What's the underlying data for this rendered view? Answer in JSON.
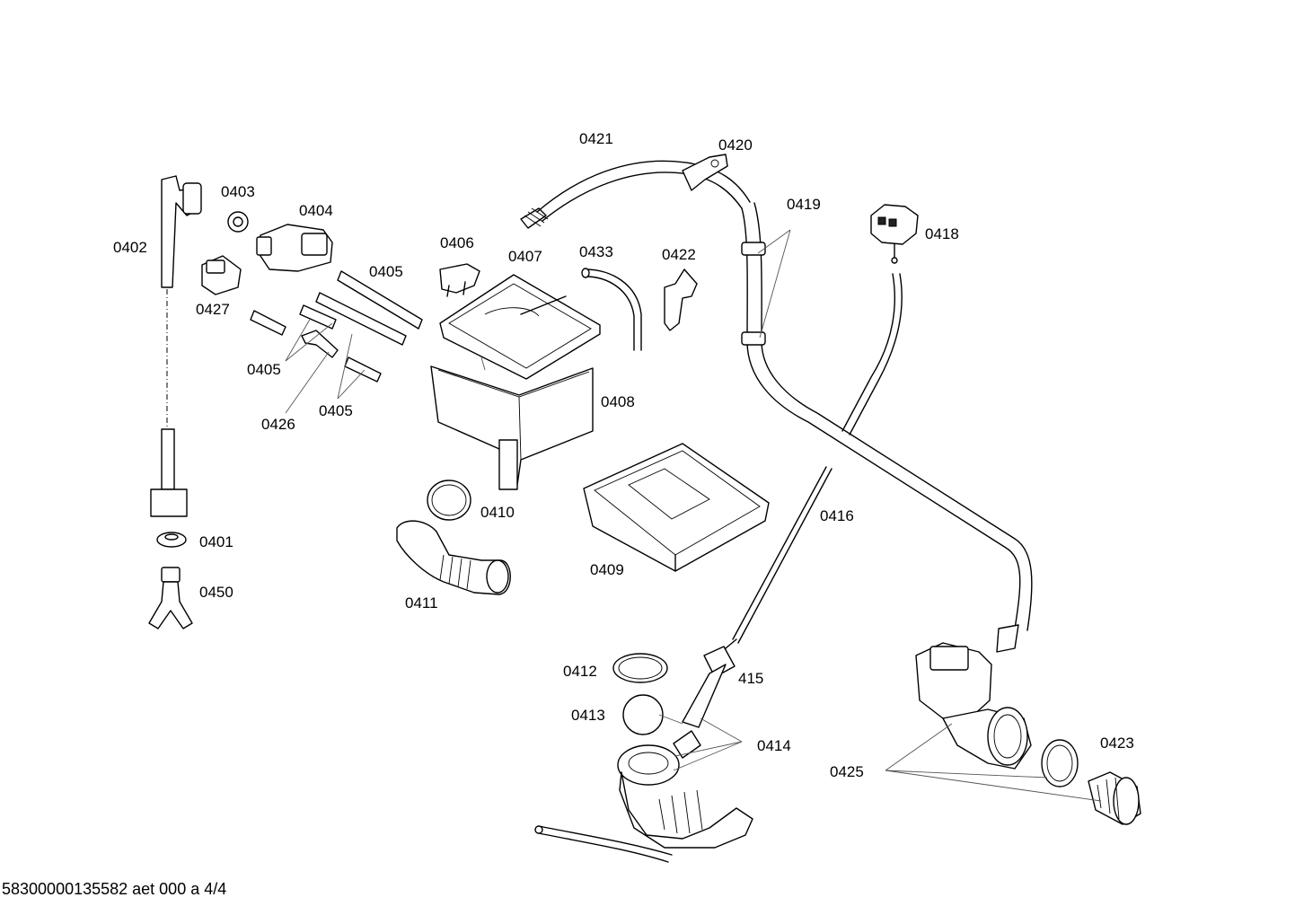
{
  "labels": {
    "p0401": "0401",
    "p0402": "0402",
    "p0403": "0403",
    "p0404": "0404",
    "p0405a": "0405",
    "p0405b": "0405",
    "p0405c": "0405",
    "p0406": "0406",
    "p0407": "0407",
    "p0408": "0408",
    "p0409": "0409",
    "p0410": "0410",
    "p0411": "0411",
    "p0412": "0412",
    "p0413": "0413",
    "p0414": "0414",
    "p415": "415",
    "p0416": "0416",
    "p0418": "0418",
    "p0419": "0419",
    "p0420": "0420",
    "p0421": "0421",
    "p0422": "0422",
    "p0423": "0423",
    "p0425": "0425",
    "p0426": "0426",
    "p0427": "0427",
    "p0433": "0433",
    "p0450": "0450"
  },
  "footer": "58300000135582 aet 000 a 4/4"
}
